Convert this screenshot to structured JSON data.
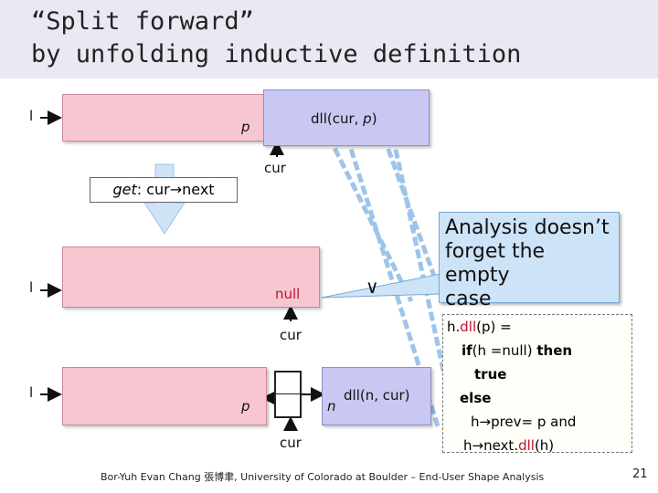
{
  "slide": {
    "title_line1": "“Split forward”",
    "title_line2": "by unfolding inductive definition",
    "var_l": "l",
    "var_p": "p",
    "var_n": "n",
    "cur_label": "cur",
    "dll_cur_p": "dll(cur, ",
    "dll_cur_p_close": ")",
    "dll_n_cur": "dll(n, cur)",
    "get_prefix": "get",
    "get_body": ": cur→next",
    "null_label": "null",
    "v_label": "∨",
    "callout_line1": "Analysis doesn’t",
    "callout_line2": "forget the empty",
    "callout_line3": "case",
    "code": {
      "l1a": "h.",
      "l1b": "dll",
      "l1c": "(p) =",
      "l2a": "if",
      "l2b": "(h =null) ",
      "l2c": "then",
      "l3": "true",
      "l4": "else",
      "l5": "h→prev= p  and",
      "l6a": "h→next.",
      "l6b": "dll",
      "l6c": "(h)"
    },
    "footer": "Bor-Yuh Evan Chang 張博聿, University of Colorado at Boulder – End-User Shape Analysis",
    "page_number": "21"
  },
  "colors": {
    "pink_region": "#f7c7d1",
    "lavender_region": "#c8c8f2",
    "callout_bg": "#cde3f7",
    "null_red": "#c0122f",
    "arrow_blue": "#9ec4ea"
  }
}
